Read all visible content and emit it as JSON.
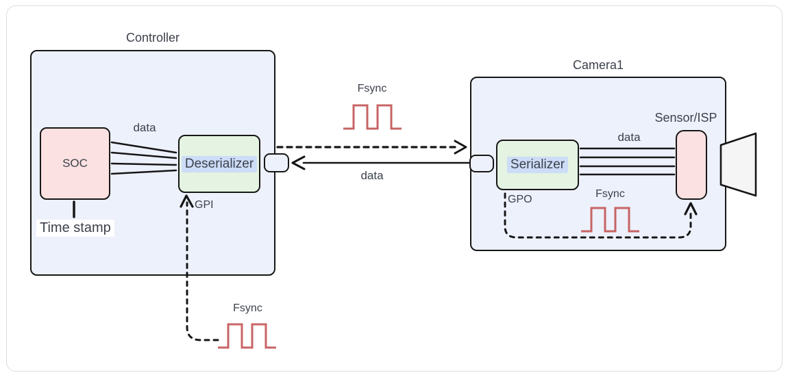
{
  "controller": {
    "title": "Controller",
    "soc_label": "SOC",
    "deserializer_label": "Deserializer",
    "data_label": "data",
    "gpi_label": "GPI",
    "timestamp_label": "Time stamp"
  },
  "camera": {
    "title": "Camera1",
    "serializer_label": "Serializer",
    "sensor_label": "Sensor/ISP",
    "data_label": "data",
    "gpo_label": "GPO",
    "fsync_label": "Fsync"
  },
  "interconnect": {
    "fsync_label": "Fsync",
    "data_label": "data"
  },
  "external": {
    "fsync_label": "Fsync"
  },
  "icons": {
    "fsync_waveform": "square-wave-two-pulses",
    "camera_lens": "lens-trapezoid"
  },
  "colors": {
    "container_fill": "#edf1fb",
    "chip_pink_fill": "#fbe1e1",
    "chip_green_fill": "#e4f3e2",
    "text_highlight": "#cddcf7",
    "border": "#161616",
    "waveform": "#c86465",
    "text": "#3c414b",
    "frame_border": "#dcdcdc"
  }
}
